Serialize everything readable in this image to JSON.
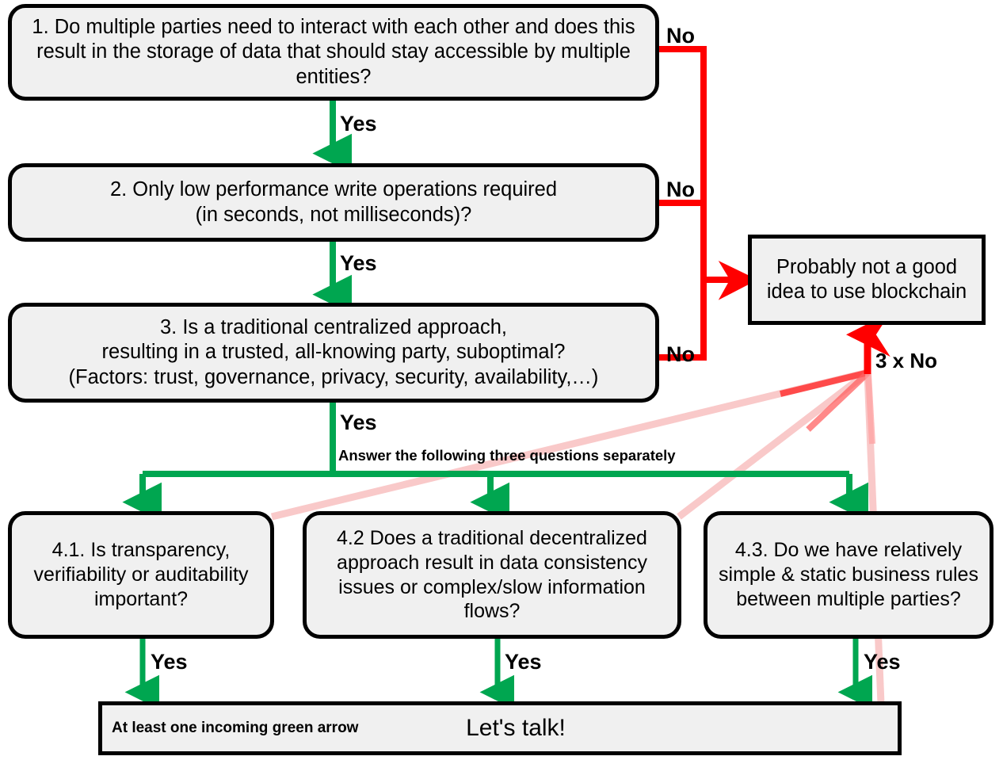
{
  "meta": {
    "title": "Blockchain suitability decision flowchart",
    "colors": {
      "green": "#00A650",
      "red": "#FF0000",
      "faded_red": "#F9C9C9",
      "box_fill": "#F0F0F0",
      "box_border": "#000000",
      "background": "#FFFFFF"
    }
  },
  "nodes": {
    "q1": "1. Do multiple parties need to interact with each other and does this result in the storage of data that should stay accessible by multiple entities?",
    "q2": "2. Only low performance write operations required\n(in seconds, not milliseconds)?",
    "q3": "3. Is a traditional centralized approach,\nresulting in a trusted, all-knowing party, suboptimal?\n(Factors:  trust, governance, privacy, security, availability,…)",
    "bad": "Probably not a good idea to use blockchain",
    "q41": "4.1. Is transparency, verifiability or auditability important?",
    "q42": "4.2 Does a traditional decentralized approach result in data consistency issues or complex/slow information flows?",
    "q43": "4.3. Do we have relatively simple & static business rules between multiple parties?",
    "talk_main": "Let's talk!",
    "talk_note": "At least one incoming green arrow"
  },
  "labels": {
    "yes1": "Yes",
    "yes2": "Yes",
    "yes3": "Yes",
    "yes41": "Yes",
    "yes42": "Yes",
    "yes43": "Yes",
    "no1": "No",
    "no2": "No",
    "no3": "No",
    "three_no": "3 x No",
    "answer_note": "Answer the following three questions separately"
  },
  "edges": [
    {
      "name": "q1-yes-q2",
      "from": "q1",
      "to": "q2",
      "label": "Yes",
      "color": "#00A650"
    },
    {
      "name": "q2-yes-q3",
      "from": "q2",
      "to": "q3",
      "label": "Yes",
      "color": "#00A650"
    },
    {
      "name": "q3-yes-split",
      "from": "q3",
      "to": "split",
      "label": "Yes",
      "color": "#00A650"
    },
    {
      "name": "split-q41",
      "from": "split",
      "to": "q41",
      "label": "",
      "color": "#00A650"
    },
    {
      "name": "split-q42",
      "from": "split",
      "to": "q42",
      "label": "",
      "color": "#00A650"
    },
    {
      "name": "split-q43",
      "from": "split",
      "to": "q43",
      "label": "",
      "color": "#00A650"
    },
    {
      "name": "q41-yes-talk",
      "from": "q41",
      "to": "talk",
      "label": "Yes",
      "color": "#00A650"
    },
    {
      "name": "q42-yes-talk",
      "from": "q42",
      "to": "talk",
      "label": "Yes",
      "color": "#00A650"
    },
    {
      "name": "q43-yes-talk",
      "from": "q43",
      "to": "talk",
      "label": "Yes",
      "color": "#00A650"
    },
    {
      "name": "q1-no-bad",
      "from": "q1",
      "to": "bad",
      "label": "No",
      "color": "#FF0000"
    },
    {
      "name": "q2-no-bad",
      "from": "q2",
      "to": "bad",
      "label": "No",
      "color": "#FF0000"
    },
    {
      "name": "q3-no-bad",
      "from": "q3",
      "to": "bad",
      "label": "No",
      "color": "#FF0000"
    },
    {
      "name": "q41-no-merge",
      "from": "q41",
      "to": "merge",
      "label": "",
      "color": "#F9C9C9"
    },
    {
      "name": "q42-no-merge",
      "from": "q42",
      "to": "merge",
      "label": "",
      "color": "#F9C9C9"
    },
    {
      "name": "q43-no-merge",
      "from": "q43",
      "to": "merge",
      "label": "",
      "color": "#F9C9C9"
    },
    {
      "name": "merge-bad",
      "from": "merge",
      "to": "bad",
      "label": "3 x No",
      "color": "#FF0000"
    }
  ]
}
